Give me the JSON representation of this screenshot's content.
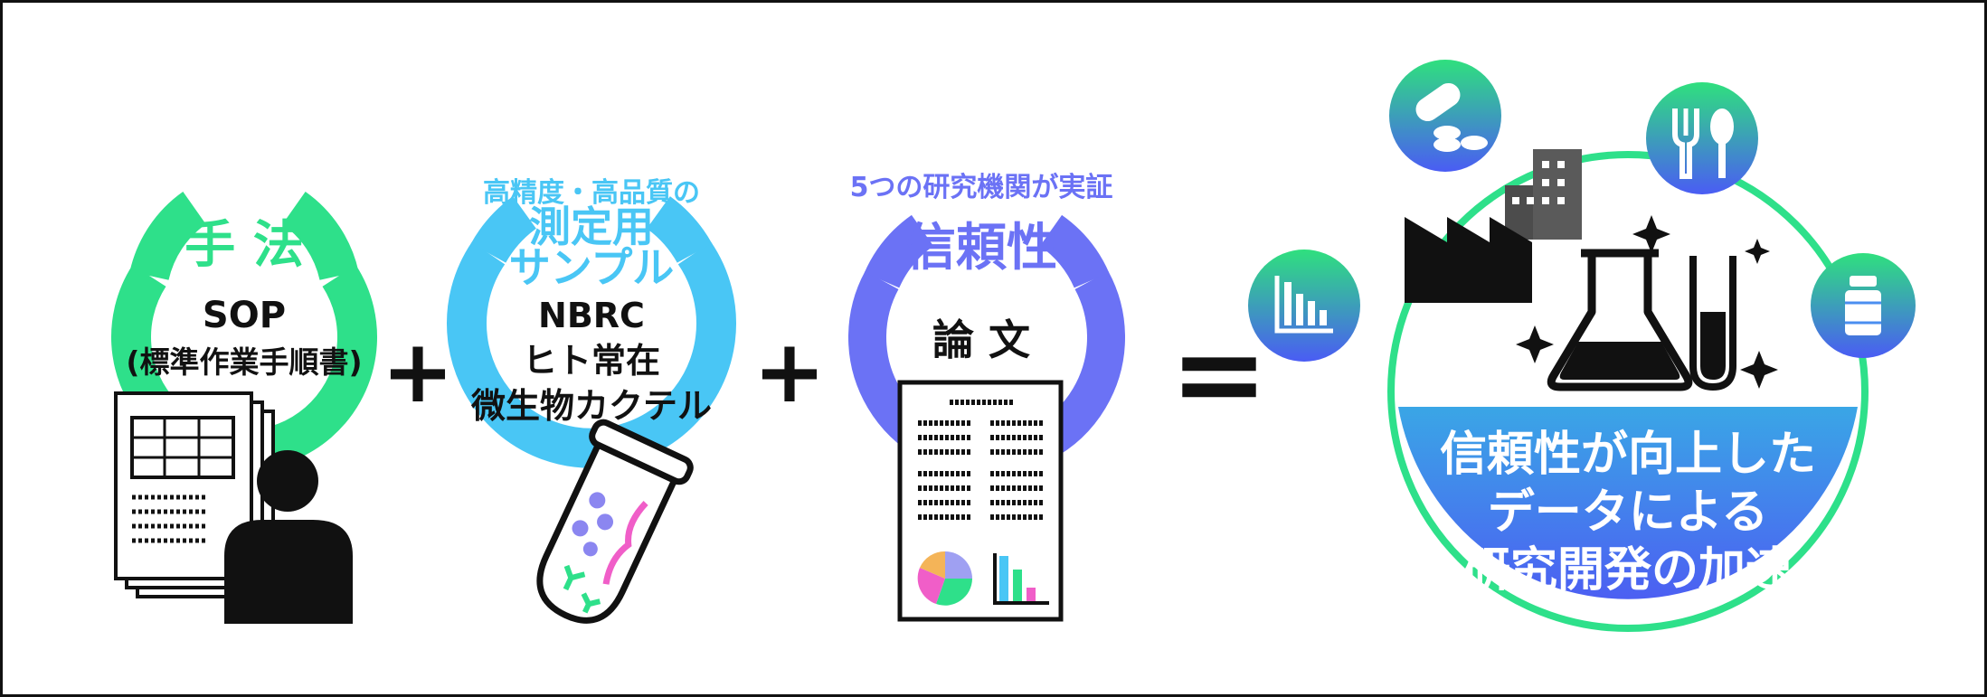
{
  "colors": {
    "green": "#2ee08a",
    "cyan": "#49c6f5",
    "violet": "#6b72f5",
    "blue": "#4a6af0",
    "black": "#111111",
    "white": "#ffffff"
  },
  "method": {
    "title": "手 法",
    "line1": "SOP",
    "line2": "(標準作業手順書)"
  },
  "sample": {
    "caption": "高精度・高品質の",
    "title1": "測定用",
    "title2": "サンプル",
    "line1": "NBRC",
    "line2": "ヒト常在",
    "line3": "微生物カクテル"
  },
  "reliability": {
    "caption": "5つの研究機関が実証",
    "title": "信頼性",
    "label": "論 文"
  },
  "operators": {
    "plus": "+",
    "equals": "="
  },
  "result": {
    "line1": "信頼性が向上した",
    "line2": "データによる",
    "line3": "研究開発の加速"
  },
  "icons": [
    "supplement-pills-icon",
    "fork-spoon-icon",
    "bar-chart-icon",
    "bottle-icon",
    "factory-icon",
    "building-icon",
    "flask-icon",
    "test-tube-icon",
    "sparkle-icon"
  ]
}
